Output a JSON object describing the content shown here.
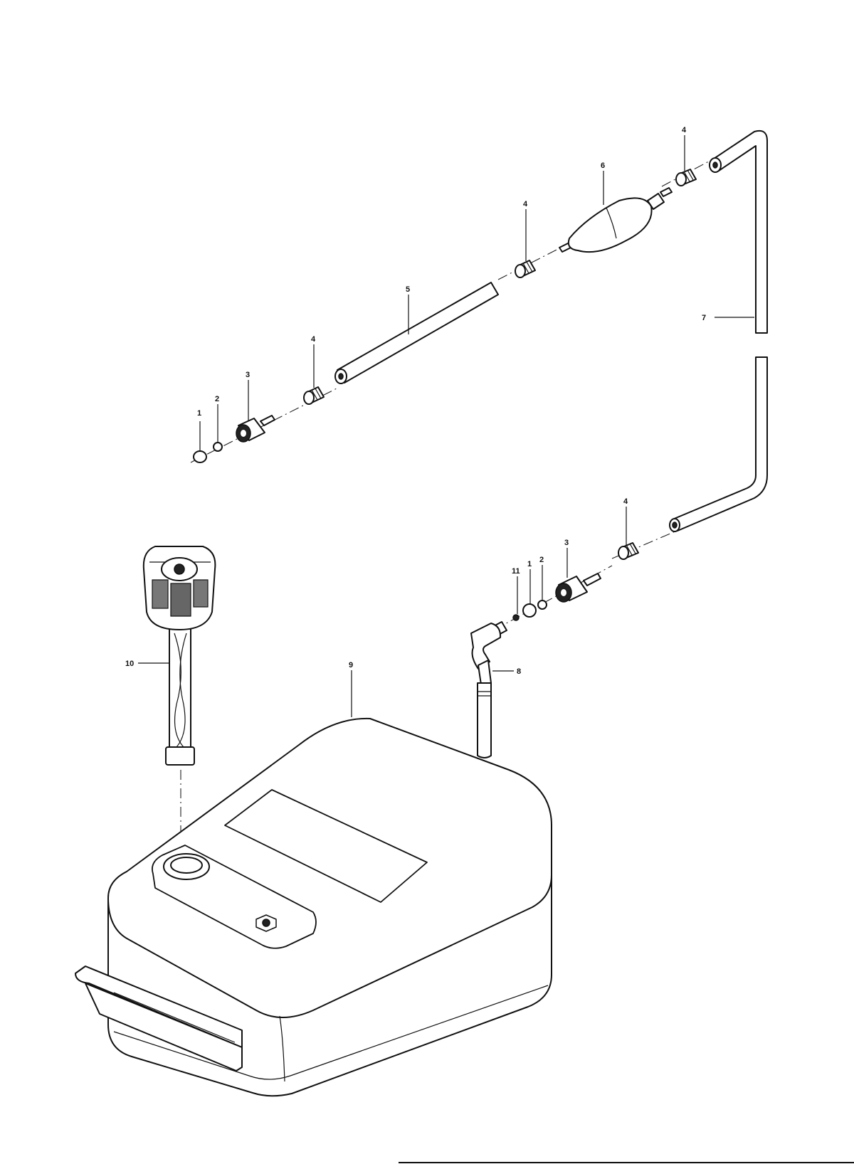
{
  "diagram": {
    "callouts": [
      {
        "id": "c1a",
        "label": "1"
      },
      {
        "id": "c2a",
        "label": "2"
      },
      {
        "id": "c3a",
        "label": "3"
      },
      {
        "id": "c4a",
        "label": "4"
      },
      {
        "id": "c5",
        "label": "5"
      },
      {
        "id": "c4b",
        "label": "4"
      },
      {
        "id": "c6",
        "label": "6"
      },
      {
        "id": "c4c",
        "label": "4"
      },
      {
        "id": "c7",
        "label": "7"
      },
      {
        "id": "c4d",
        "label": "4"
      },
      {
        "id": "c3b",
        "label": "3"
      },
      {
        "id": "c2b",
        "label": "2"
      },
      {
        "id": "c1b",
        "label": "1"
      },
      {
        "id": "c11",
        "label": "11"
      },
      {
        "id": "c8",
        "label": "8"
      },
      {
        "id": "c9",
        "label": "9"
      },
      {
        "id": "c10",
        "label": "10"
      }
    ]
  }
}
